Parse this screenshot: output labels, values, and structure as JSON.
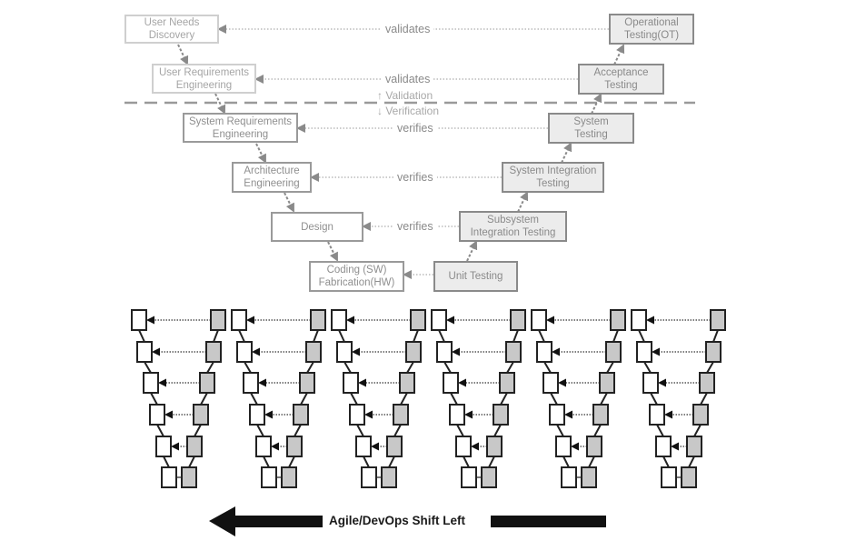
{
  "diagram": {
    "top_v_model": {
      "left_side": [
        {
          "id": "user-needs-discovery",
          "label": "User Needs\nDiscovery",
          "line1": "User Needs",
          "line2": "Discovery"
        },
        {
          "id": "user-requirements-engineering",
          "label": "User Requirements Engineering",
          "line1": "User Requirements",
          "line2": "Engineering"
        },
        {
          "id": "system-requirements-engineering",
          "label": "System Requirements Engineering",
          "line1": "System Requirements",
          "line2": "Engineering"
        },
        {
          "id": "architecture-engineering",
          "label": "Architecture Engineering",
          "line1": "Architecture",
          "line2": "Engineering"
        },
        {
          "id": "design",
          "label": "Design",
          "line1": "Design",
          "line2": ""
        },
        {
          "id": "coding-fabrication",
          "label": "Coding (SW) Fabrication(HW)",
          "line1": "Coding (SW)",
          "line2": "Fabrication(HW)"
        }
      ],
      "right_side": [
        {
          "id": "operational-testing",
          "label": "Operational Testing(OT)",
          "line1": "Operational",
          "line2": "Testing(OT)"
        },
        {
          "id": "acceptance-testing",
          "label": "Acceptance Testing",
          "line1": "Acceptance",
          "line2": "Testing"
        },
        {
          "id": "system-testing",
          "label": "System Testing",
          "line1": "System",
          "line2": "Testing"
        },
        {
          "id": "system-integration-testing",
          "label": "System Integration Testing",
          "line1": "System Integration",
          "line2": "Testing"
        },
        {
          "id": "subsystem-integration-testing",
          "label": "Subsystem Integration Testing",
          "line1": "Subsystem",
          "line2": "Integration Testing"
        },
        {
          "id": "unit-testing",
          "label": "Unit Testing",
          "line1": "Unit Testing",
          "line2": ""
        }
      ],
      "relations": [
        {
          "label": "validates"
        },
        {
          "label": "validates"
        },
        {
          "label": "verifies"
        },
        {
          "label": "verifies"
        },
        {
          "label": "verifies"
        },
        {
          "label": ""
        }
      ],
      "divider": {
        "above_label": "↑ Validation",
        "below_label": "↓ Verification"
      }
    },
    "mini_v_models": {
      "count": 6,
      "levels_per_model": 6
    },
    "shift_arrow": {
      "label": "Agile/DevOps Shift Left",
      "direction": "left"
    },
    "colors": {
      "box_border": "#9a9a9a",
      "test_fill": "#ececec",
      "mini_test_fill": "#c8c8c8",
      "text_gray": "#8a8a8a",
      "arrow_dark": "#111111"
    }
  }
}
